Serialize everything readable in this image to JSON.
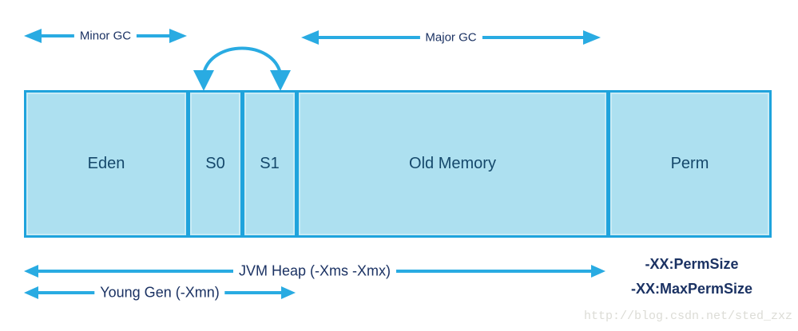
{
  "diagram": {
    "top_arrows": {
      "minor_gc": {
        "label": "Minor GC"
      },
      "major_gc": {
        "label": "Major GC"
      }
    },
    "memory_regions": [
      {
        "label": "Eden"
      },
      {
        "label": "S0"
      },
      {
        "label": "S1"
      },
      {
        "label": "Old Memory"
      },
      {
        "label": "Perm"
      }
    ],
    "bottom_arrows": {
      "jvm_heap": {
        "label": "JVM Heap (-Xms -Xmx)"
      },
      "young_gen": {
        "label": "Young Gen (-Xmn)"
      }
    },
    "perm_flags": [
      "-XX:PermSize",
      "-XX:MaxPermSize"
    ],
    "watermark": "http://blog.csdn.net/sted_zxz",
    "colors": {
      "arrow": "#29ABE2",
      "arrow_text": "#1B3263",
      "box_fill": "#ADE0F0",
      "box_border": "#1FA3DC",
      "label_text": "#15486B",
      "watermark": "#DCDCD6"
    }
  }
}
